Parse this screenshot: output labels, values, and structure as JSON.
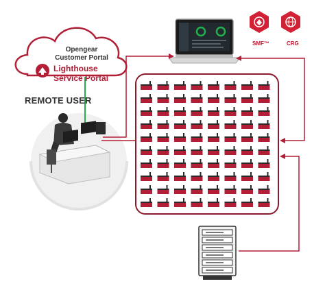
{
  "cloud": {
    "line1": "Opengear",
    "line2": "Customer Portal",
    "portal_line1": "Lighthouse",
    "portal_line2": "Service Portal"
  },
  "remote_user_label": "REMOTE USER",
  "badges": [
    {
      "label": "SMF™",
      "icon": "smf-hand-shield-icon"
    },
    {
      "label": "CRG",
      "icon": "crg-globe-icon"
    }
  ],
  "device_grid": {
    "rows": 10,
    "columns": 8
  },
  "server_rack": {
    "units": 6
  },
  "colors": {
    "brand_red": "#b21e35",
    "accent_green": "#22b14c",
    "dark": "#2a2a2a"
  }
}
